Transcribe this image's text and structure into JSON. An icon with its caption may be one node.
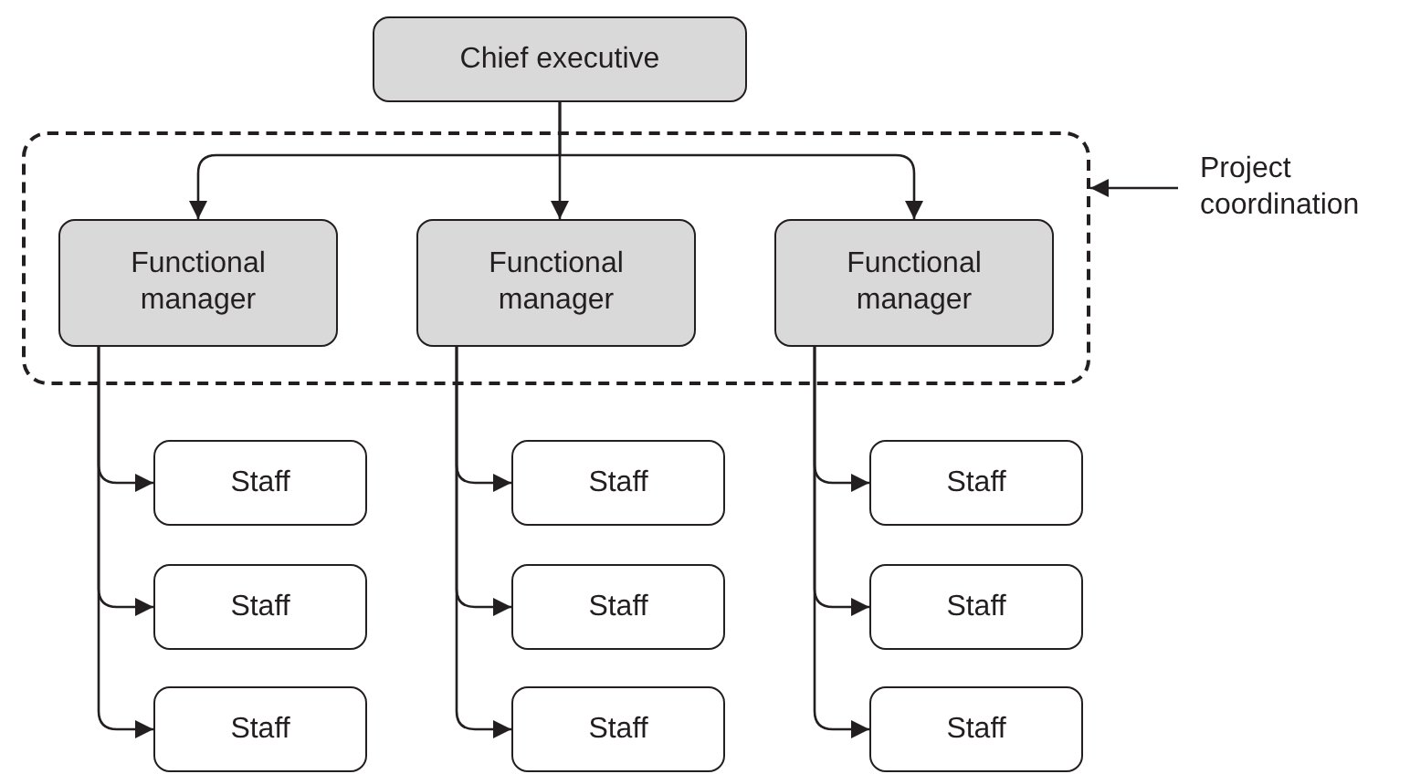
{
  "diagram": {
    "nodes": [
      {
        "text": [
          "Chief executive"
        ]
      },
      {
        "text": [],
        "shape": "box"
      },
      {
        "text": [
          "Functional manager"
        ],
        "in": 1
      },
      {
        "text": [
          "Functional manager"
        ],
        "in": 1
      },
      {
        "text": [
          "Functional manager"
        ],
        "in": 1
      },
      {
        "text": [
          "Project coordination"
        ]
      },
      {
        "text": [
          "Staff"
        ]
      },
      {
        "text": [
          "Staff"
        ]
      },
      {
        "text": [
          "Staff"
        ]
      },
      {
        "text": [
          "Staff"
        ]
      },
      {
        "text": [
          "Staff"
        ]
      },
      {
        "text": [
          "Staff"
        ]
      },
      {
        "text": [
          "Staff"
        ]
      },
      {
        "text": [
          "Staff"
        ]
      },
      {
        "text": [
          "Staff"
        ]
      }
    ],
    "edges": [
      {
        "from": 0,
        "to": 2,
        "arrow": "to"
      },
      {
        "from": 0,
        "to": 3,
        "arrow": "to"
      },
      {
        "from": 0,
        "to": 4,
        "arrow": "to"
      },
      {
        "from": 5,
        "to": 1,
        "arrow": "to"
      },
      {
        "from": 2,
        "to": 6,
        "arrow": "to"
      },
      {
        "from": 2,
        "to": 9,
        "arrow": "to"
      },
      {
        "from": 2,
        "to": 12,
        "arrow": "to"
      },
      {
        "from": 3,
        "to": 7,
        "arrow": "to"
      },
      {
        "from": 3,
        "to": 10,
        "arrow": "to"
      },
      {
        "from": 3,
        "to": 13,
        "arrow": "to"
      },
      {
        "from": 4,
        "to": 8,
        "arrow": "to"
      },
      {
        "from": 4,
        "to": 11,
        "arrow": "to"
      },
      {
        "from": 4,
        "to": 14,
        "arrow": "to"
      }
    ]
  }
}
